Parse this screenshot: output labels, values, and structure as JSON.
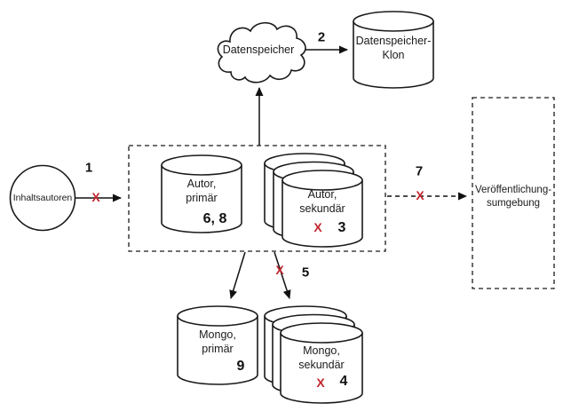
{
  "colors": {
    "stroke": "#1a1a1a",
    "error_x": "#c2262e",
    "background": "#ffffff"
  },
  "nodes": {
    "inhaltsautoren": {
      "label": "Inhaltsautoren",
      "shape": "circle"
    },
    "datenspeicher": {
      "label": "Datenspeicher",
      "shape": "cloud"
    },
    "datenspeicher_klon": {
      "line1": "Datenspeicher-",
      "line2": "Klon",
      "shape": "cylinder"
    },
    "autor_primaer": {
      "line1": "Autor,",
      "line2": "primär",
      "steps": "6, 8",
      "shape": "cylinder"
    },
    "autor_sekundaer": {
      "line1": "Autor,",
      "line2": "sekundär",
      "step": "3",
      "fail": "X",
      "shape": "cylinder-stack"
    },
    "mongo_primaer": {
      "line1": "Mongo,",
      "line2": "primär",
      "step": "9",
      "shape": "cylinder"
    },
    "mongo_sekundaer": {
      "line1": "Mongo,",
      "line2": "sekundär",
      "step": "4",
      "fail": "X",
      "shape": "cylinder-stack"
    },
    "veroeffentlichungsumgebung": {
      "line1": "Veröffentlichung-",
      "line2": "sumgebung",
      "shape": "dashed-box"
    }
  },
  "connections": {
    "step1": {
      "label": "1",
      "fail": "X"
    },
    "step2": {
      "label": "2"
    },
    "step5": {
      "label": "5",
      "fail": "X"
    },
    "step7": {
      "label": "7",
      "fail": "X"
    }
  }
}
